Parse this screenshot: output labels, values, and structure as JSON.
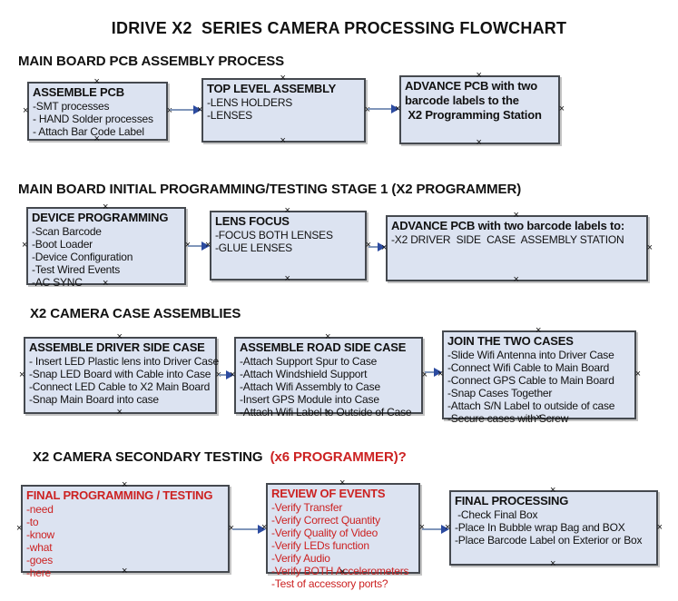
{
  "title": "IDRIVE X2  SERIES CAMERA PROCESSING FLOWCHART",
  "colors": {
    "box_fill": "#dce3f1",
    "box_border": "#45494f",
    "arrow_line": "#8096ba",
    "arrow_head": "#2c4ba0",
    "alert_red": "#cc2222",
    "text_black": "#111111"
  },
  "sections": [
    {
      "heading": "MAIN BOARD PCB ASSEMBLY PROCESS",
      "boxes": [
        {
          "title": "ASSEMBLE PCB",
          "items": [
            "-SMT processes",
            "- HAND Solder processes",
            "- Attach Bar Code Label"
          ]
        },
        {
          "title": "TOP LEVEL ASSEMBLY",
          "items": [
            "-LENS HOLDERS",
            "-LENSES"
          ]
        },
        {
          "title": "ADVANCE PCB with two\nbarcode labels to the\n X2 Programming Station",
          "items": []
        }
      ]
    },
    {
      "heading": "MAIN BOARD INITIAL PROGRAMMING/TESTING STAGE 1 (X2 PROGRAMMER)",
      "boxes": [
        {
          "title": "DEVICE PROGRAMMING",
          "items": [
            "-Scan Barcode",
            "-Boot Loader",
            "-Device Configuration",
            "-Test Wired Events",
            "-AC SYNC"
          ]
        },
        {
          "title": "LENS FOCUS",
          "items": [
            "-FOCUS BOTH LENSES",
            "-GLUE LENSES"
          ]
        },
        {
          "title": "ADVANCE PCB with two barcode labels to:",
          "items": [
            "-X2 DRIVER  SIDE  CASE  ASSEMBLY STATION"
          ]
        }
      ]
    },
    {
      "heading": "X2 CAMERA CASE ASSEMBLIES",
      "boxes": [
        {
          "title": "ASSEMBLE DRIVER SIDE CASE",
          "items": [
            "- Insert LED Plastic lens into Driver Case",
            "-Snap LED Board with Cable into Case",
            "-Connect LED Cable to X2 Main Board",
            "-Snap Main Board into case"
          ]
        },
        {
          "title": "ASSEMBLE ROAD SIDE CASE",
          "items": [
            "-Attach Support Spur to Case",
            "-Attach Windshield Support",
            "-Attach Wifi Assembly to Case",
            "-Insert GPS Module into Case",
            "-Attach Wifi Label to Outside of Case"
          ]
        },
        {
          "title": "JOIN THE TWO CASES",
          "items": [
            "-Slide Wifi Antenna into Driver Case",
            "-Connect Wifi Cable to Main Board",
            "-Connect GPS Cable to Main Board",
            "-Snap Cases Together",
            "-Attach S/N Label to outside of case",
            "-Secure cases with Screw"
          ]
        }
      ]
    },
    {
      "heading": "X2 CAMERA SECONDARY TESTING ",
      "heading_red": " (x6 PROGRAMMER)?",
      "boxes": [
        {
          "title": "FINAL PROGRAMMING / TESTING",
          "items": [
            "-need",
            "-to",
            "-know",
            "-what",
            "-goes",
            "-here"
          ]
        },
        {
          "title": "REVIEW OF EVENTS",
          "items": [
            "-Verify Transfer",
            "-Verify Correct Quantity",
            "-Verify Quality of Video",
            "-Verify LEDs function",
            "-Verify Audio",
            "-Verify BOTH Accelerometers",
            "-Test of accessory ports?"
          ]
        },
        {
          "title": "FINAL PROCESSING",
          "items": [
            " -Check Final Box",
            "-Place In Bubble wrap Bag and BOX",
            "-Place Barcode Label on Exterior or Box"
          ]
        }
      ]
    }
  ]
}
